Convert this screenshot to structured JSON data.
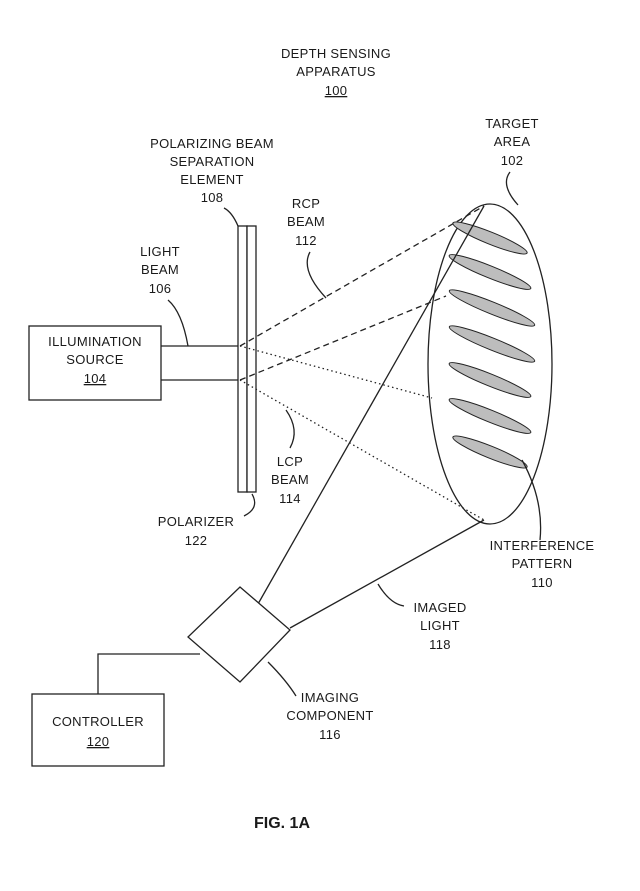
{
  "title": {
    "line1": "DEPTH SENSING",
    "line2": "APPARATUS",
    "ref": "100"
  },
  "target_area": {
    "line1": "TARGET",
    "line2": "AREA",
    "ref": "102"
  },
  "pbse": {
    "line1": "POLARIZING BEAM",
    "line2": "SEPARATION",
    "line3": "ELEMENT",
    "ref": "108"
  },
  "rcp_beam": {
    "line1": "RCP",
    "line2": "BEAM",
    "ref": "112"
  },
  "light_beam": {
    "line1": "LIGHT",
    "line2": "BEAM",
    "ref": "106"
  },
  "illumination_source": {
    "line1": "ILLUMINATION",
    "line2": "SOURCE",
    "ref": "104"
  },
  "lcp_beam": {
    "line1": "LCP",
    "line2": "BEAM",
    "ref": "114"
  },
  "polarizer": {
    "line1": "POLARIZER",
    "ref": "122"
  },
  "interference_pattern": {
    "line1": "INTERFERENCE",
    "line2": "PATTERN",
    "ref": "110"
  },
  "imaged_light": {
    "line1": "IMAGED",
    "line2": "LIGHT",
    "ref": "118"
  },
  "imaging_component": {
    "line1": "IMAGING",
    "line2": "COMPONENT",
    "ref": "116"
  },
  "controller": {
    "line1": "CONTROLLER",
    "ref": "120"
  },
  "figure_caption": "FIG. 1A"
}
